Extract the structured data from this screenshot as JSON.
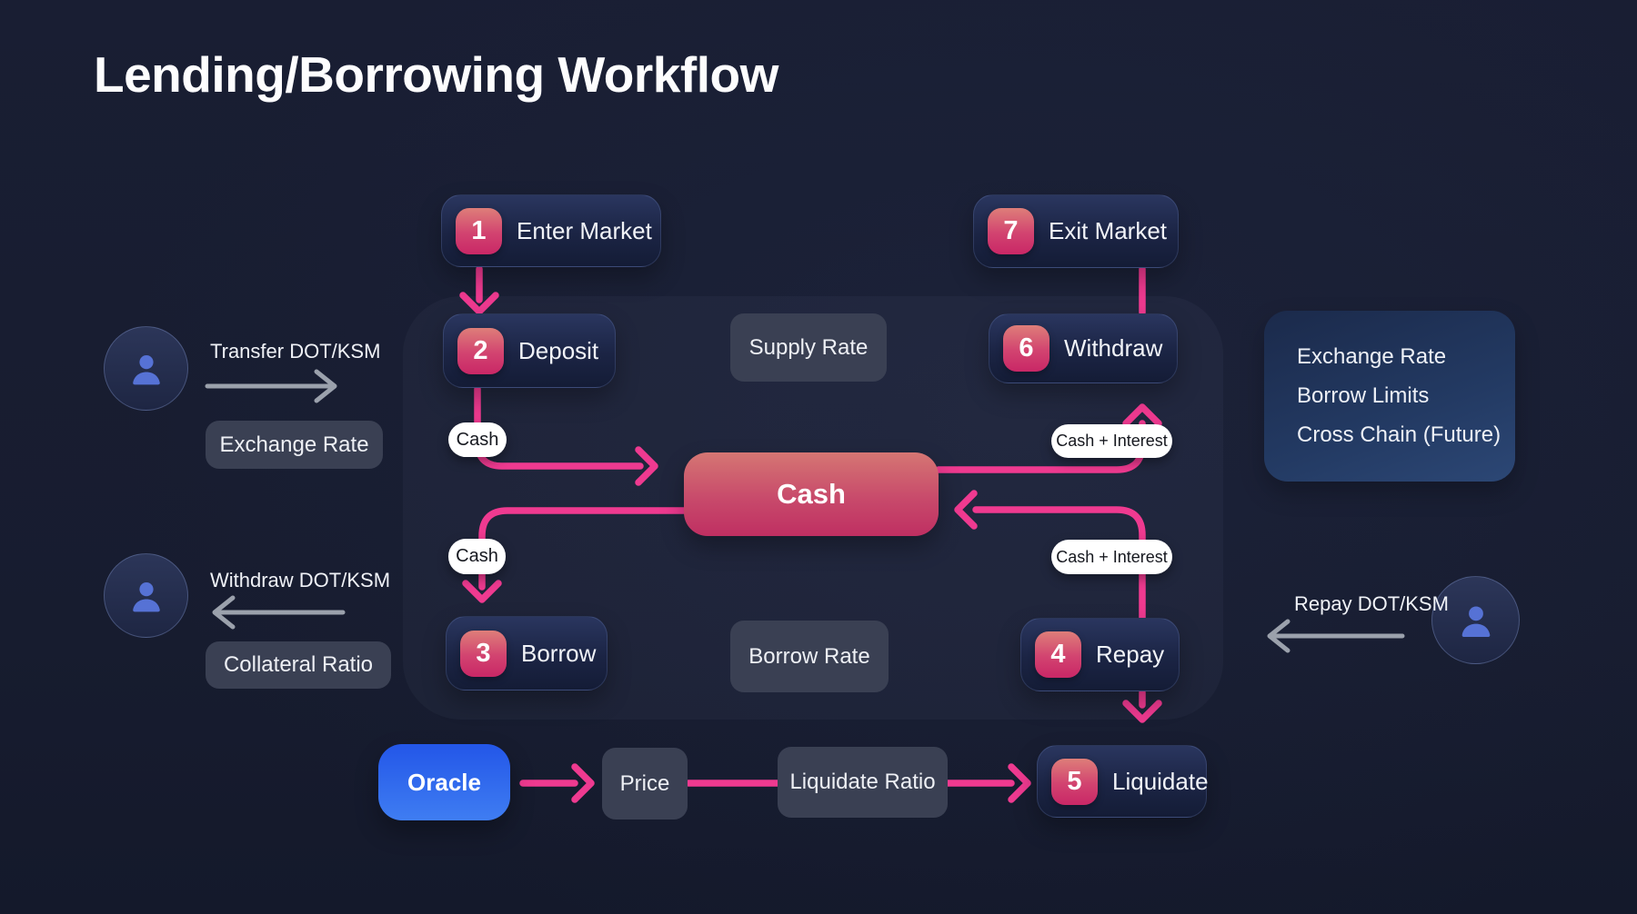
{
  "title": "Lending/Borrowing Workflow",
  "steps": [
    {
      "num": "1",
      "label": "Enter Market"
    },
    {
      "num": "2",
      "label": "Deposit"
    },
    {
      "num": "3",
      "label": "Borrow"
    },
    {
      "num": "4",
      "label": "Repay"
    },
    {
      "num": "5",
      "label": "Liquidate"
    },
    {
      "num": "6",
      "label": "Withdraw"
    },
    {
      "num": "7",
      "label": "Exit Market"
    }
  ],
  "nodes": {
    "cash": "Cash",
    "oracle": "Oracle",
    "supply_rate": "Supply Rate",
    "borrow_rate": "Borrow Rate",
    "price": "Price",
    "liquidate_ratio": "Liquidate Ratio",
    "exchange_rate_tag": "Exchange Rate",
    "collateral_ratio_tag": "Collateral Ratio"
  },
  "edge_labels": {
    "deposit_cash": "Cash",
    "borrow_cash": "Cash",
    "withdraw_cash_interest": "Cash + Interest",
    "repay_cash_interest": "Cash + Interest"
  },
  "user_actions": {
    "transfer": "Transfer DOT/KSM",
    "withdraw": "Withdraw DOT/KSM",
    "repay": "Repay DOT/KSM"
  },
  "info_panel": {
    "items": [
      "Exchange Rate",
      "Borrow Limits",
      "Cross Chain (Future)"
    ]
  },
  "colors": {
    "background": "#191e33",
    "accent_pink": "#ef3a90",
    "badge_gradient_top": "#de7e79",
    "badge_gradient_bottom": "#c92766",
    "cash_gradient_top": "#d57673",
    "cash_gradient_bottom": "#bf2f62",
    "oracle_blue_top": "#2356e8",
    "oracle_blue_bottom": "#3f7df2",
    "gray_node": "#3a4053",
    "arrow_gray": "#9ba1ac",
    "panel_navy": "#233a63",
    "person_icon": "#5672d5"
  }
}
